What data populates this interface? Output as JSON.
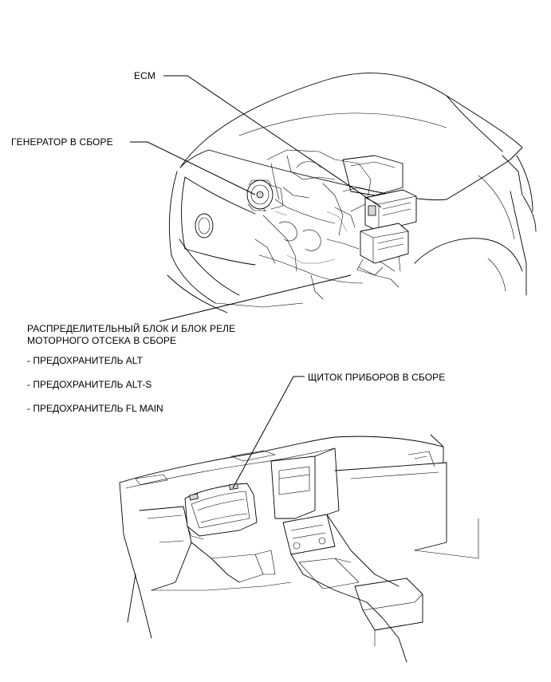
{
  "labels": {
    "ecm": "ECM",
    "generator": "ГЕНЕРАТОР В СБОРЕ",
    "relay_block_line1": "РАСПРЕДЕЛИТЕЛЬНЫЙ БЛОК И БЛОК РЕЛЕ",
    "relay_block_line2": "МОТОРНОГО ОТСЕКА В СБОРЕ",
    "instrument_cluster": "ЩИТОК ПРИБОРОВ В СБОРЕ"
  },
  "fuses": [
    "- ПРЕДОХРАНИТЕЛЬ ALT",
    "- ПРЕДОХРАНИТЕЛЬ ALT-S",
    "- ПРЕДОХРАНИТЕЛЬ FL MAIN"
  ]
}
